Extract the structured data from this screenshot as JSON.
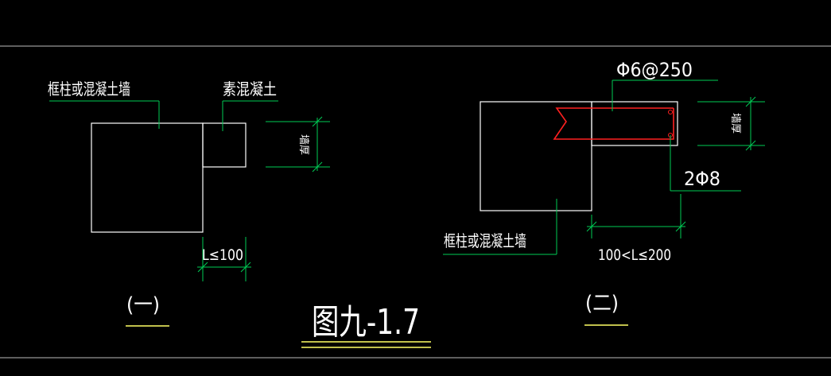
{
  "colors": {
    "background": "#000000",
    "line": "#ffffff",
    "leader": "#00cc55",
    "dimension": "#00cc55",
    "rebar": "#ff2020",
    "text": "#ffffff",
    "underline": "#ffff66"
  },
  "figure_title": "图九-1.7",
  "detail_1": {
    "label_frame": "框柱或混凝土墙",
    "label_plain_concrete": "素混凝土",
    "label_wall_thickness": "墙厚",
    "dim_length": "L≤100",
    "caption": "(一)"
  },
  "detail_2": {
    "label_stirrup": "Φ6@250",
    "label_wall_thickness": "墙厚",
    "label_bars": "2Φ8",
    "label_frame": "框柱或混凝土墙",
    "dim_length": "100<L≤200",
    "caption": "(二)"
  }
}
